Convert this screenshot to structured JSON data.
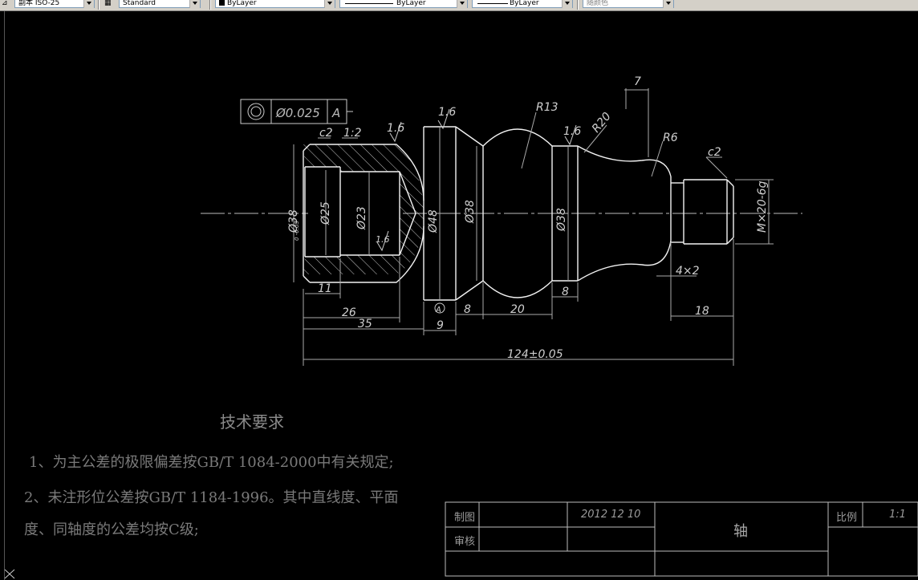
{
  "toolbar": {
    "dimstyle_value": "副本 ISO-25",
    "tablestyle_value": "Standard",
    "layer_value": "ByLayer",
    "linetype_value": "ByLayer",
    "lineweight_value": "ByLayer",
    "plotstyle_value": "随颜色"
  },
  "drawing": {
    "geo_tol": {
      "value": "Ø0.025",
      "datum": "A"
    },
    "roughness": [
      "1.6",
      "1.6",
      "1.6",
      "1.6"
    ],
    "chamfer_left": "c2",
    "taper": "1:2",
    "radii": [
      "R13",
      "R20",
      "R6"
    ],
    "chamfer_right": "c2",
    "top_dim": "7",
    "diameters": {
      "bore_outer": "Ø38",
      "bore_tol": "0 -0.03",
      "bore_inner": "Ø25",
      "bore_small": "Ø23",
      "collar": "Ø48",
      "ball": "Ø38",
      "shoulder": "Ø38",
      "thread": "M×20-6g"
    },
    "dims": {
      "d11": "11",
      "d26": "26",
      "d35": "35",
      "d8a": "8",
      "d20": "20",
      "d8b": "8",
      "d9": "9",
      "d4x2": "4×2",
      "d18": "18",
      "total": "124±0.05"
    },
    "datum_label": "A"
  },
  "notes": {
    "title": "技术要求",
    "line1": "1、为主公差的极限偏差按GB/T 1084-2000中有关规定;",
    "line2": "2、未注形位公差按GB/T 1184-1996。其中直线度、平面",
    "line3": "度、同轴度的公差均按C级;"
  },
  "title_block": {
    "drawn_label": "制图",
    "check_label": "审核",
    "date": "2012 12 10",
    "part_name": "轴",
    "scale_label": "比例",
    "scale_value": "1:1"
  }
}
